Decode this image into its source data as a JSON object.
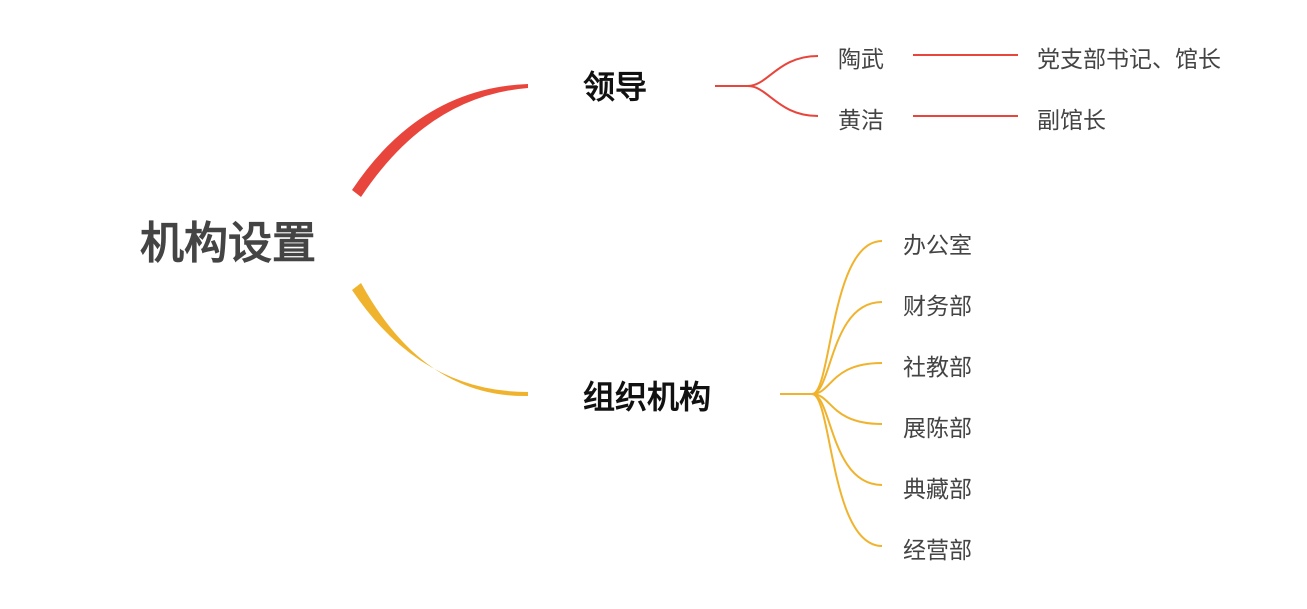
{
  "colors": {
    "leaders": "#e8453c",
    "organization": "#f0b32e",
    "root_text": "#444444",
    "branch_text": "#111111",
    "leaf_text": "#444444"
  },
  "root": {
    "label": "机构设置"
  },
  "branches": {
    "leaders": {
      "label": "领导",
      "people": [
        {
          "name": "陶武",
          "title": "党支部书记、馆长"
        },
        {
          "name": "黄洁",
          "title": "副馆长"
        }
      ]
    },
    "organization": {
      "label": "组织机构",
      "departments": [
        "办公室",
        "财务部",
        "社教部",
        "展陈部",
        "典藏部",
        "经营部"
      ]
    }
  }
}
